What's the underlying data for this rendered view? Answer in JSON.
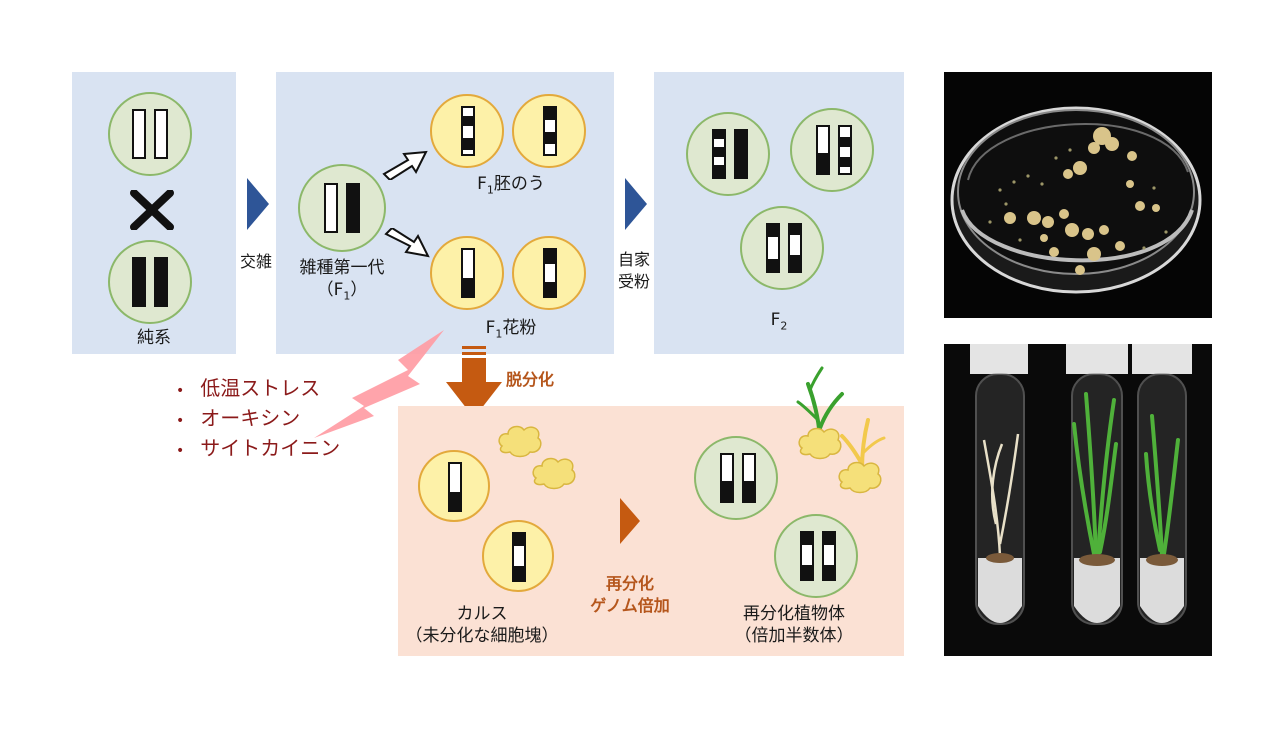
{
  "labels": {
    "pure_line": "純系",
    "cross": "交雑",
    "f1_name": "雑種第一代",
    "f1_paren_open": "（F",
    "f1_paren_sub": "1",
    "f1_paren_close": "）",
    "embryo_sac_pre": "F",
    "embryo_sac_sub": "1",
    "embryo_sac_text": "胚のう",
    "pollen_pre": "F",
    "pollen_sub": "1",
    "pollen_text": "花粉",
    "self_pollination_1": "自家",
    "self_pollination_2": "受粉",
    "f2_pre": "F",
    "f2_sub": "2",
    "dedifferentiation": "脱分化",
    "redifferentiation": "再分化",
    "genome_doubling": "ゲノム倍加",
    "callus": "カルス",
    "callus_desc": "（未分化な細胞塊）",
    "regenerated_plant": "再分化植物体",
    "doubled_haploid": "（倍加半数体）"
  },
  "stress_list": [
    "低温ストレス",
    "オーキシン",
    "サイトカイニン"
  ],
  "colors": {
    "panel_blue": "#d9e3f2",
    "panel_pink": "#fbe1d4",
    "arrow_blue": "#2e5597",
    "arrow_orange": "#c55a11",
    "lightning": "#ff9aa2",
    "cell_green": "#dfe8d0",
    "cell_yellow": "#fdf1a8",
    "text_dark_red": "#8b1a1a"
  },
  "icons": [
    "cross-icon",
    "hollow-arrow-icon",
    "lightning-icon",
    "callus-icon",
    "sprout-icon",
    "petri-dish-photo",
    "test-tube-photo"
  ]
}
